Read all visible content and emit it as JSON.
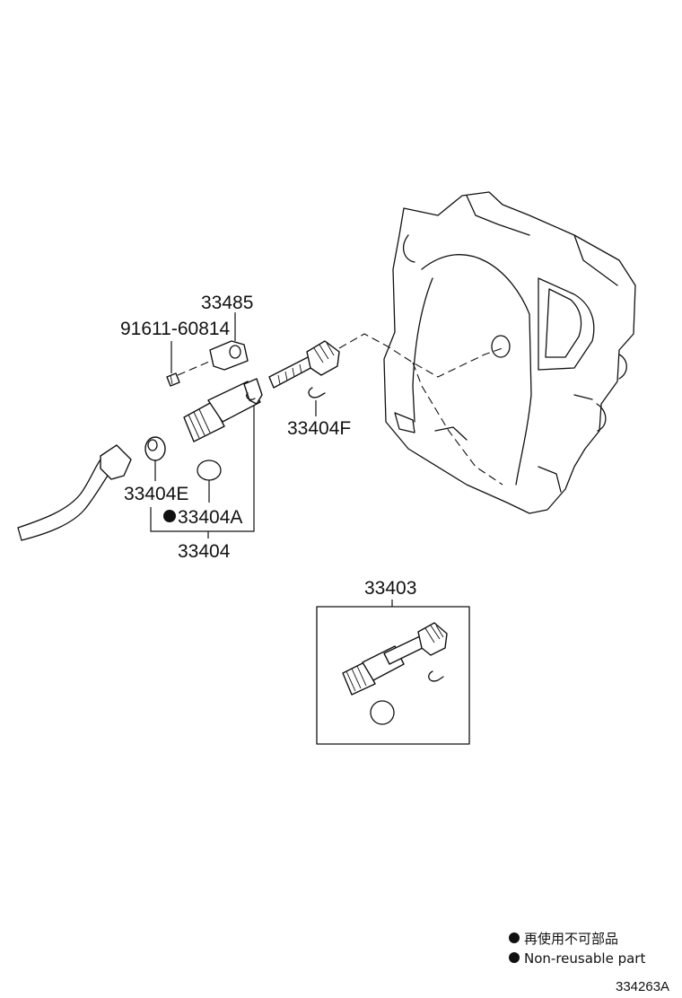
{
  "callouts": {
    "c33485": "33485",
    "c91611": "91611-60814",
    "c33404F": "33404F",
    "c33404E": "33404E",
    "c33404A": "33404A",
    "c33404": "33404",
    "c33403": "33403"
  },
  "legend": {
    "jp": "再使用不可部品",
    "en": "Non-reusable part"
  },
  "figure_code": "334263A"
}
